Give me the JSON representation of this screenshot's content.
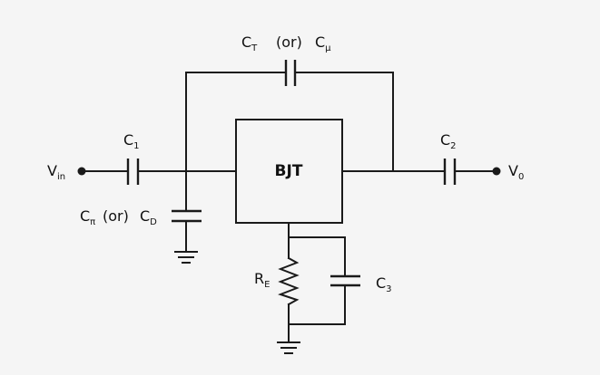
{
  "labels": {
    "ct_main": "C",
    "ct_sub": "T",
    "or1": "(or)",
    "cmu_main": "C",
    "cmu_sub": "μ",
    "c1_main": "C",
    "c1_sub": "1",
    "c2_main": "C",
    "c2_sub": "2",
    "c3_main": "C",
    "c3_sub": "3",
    "cpi_main": "C",
    "cpi_sub": "π",
    "or2": "(or)",
    "cd_main": "C",
    "cd_sub": "D",
    "vin_main": "V",
    "vin_sub": "in",
    "vo_main": "V",
    "vo_sub": "0",
    "re_main": "R",
    "re_sub": "E",
    "bjt": "BJT"
  },
  "colors": {
    "background": "#f5f5f5",
    "line": "#1a1a1a"
  }
}
